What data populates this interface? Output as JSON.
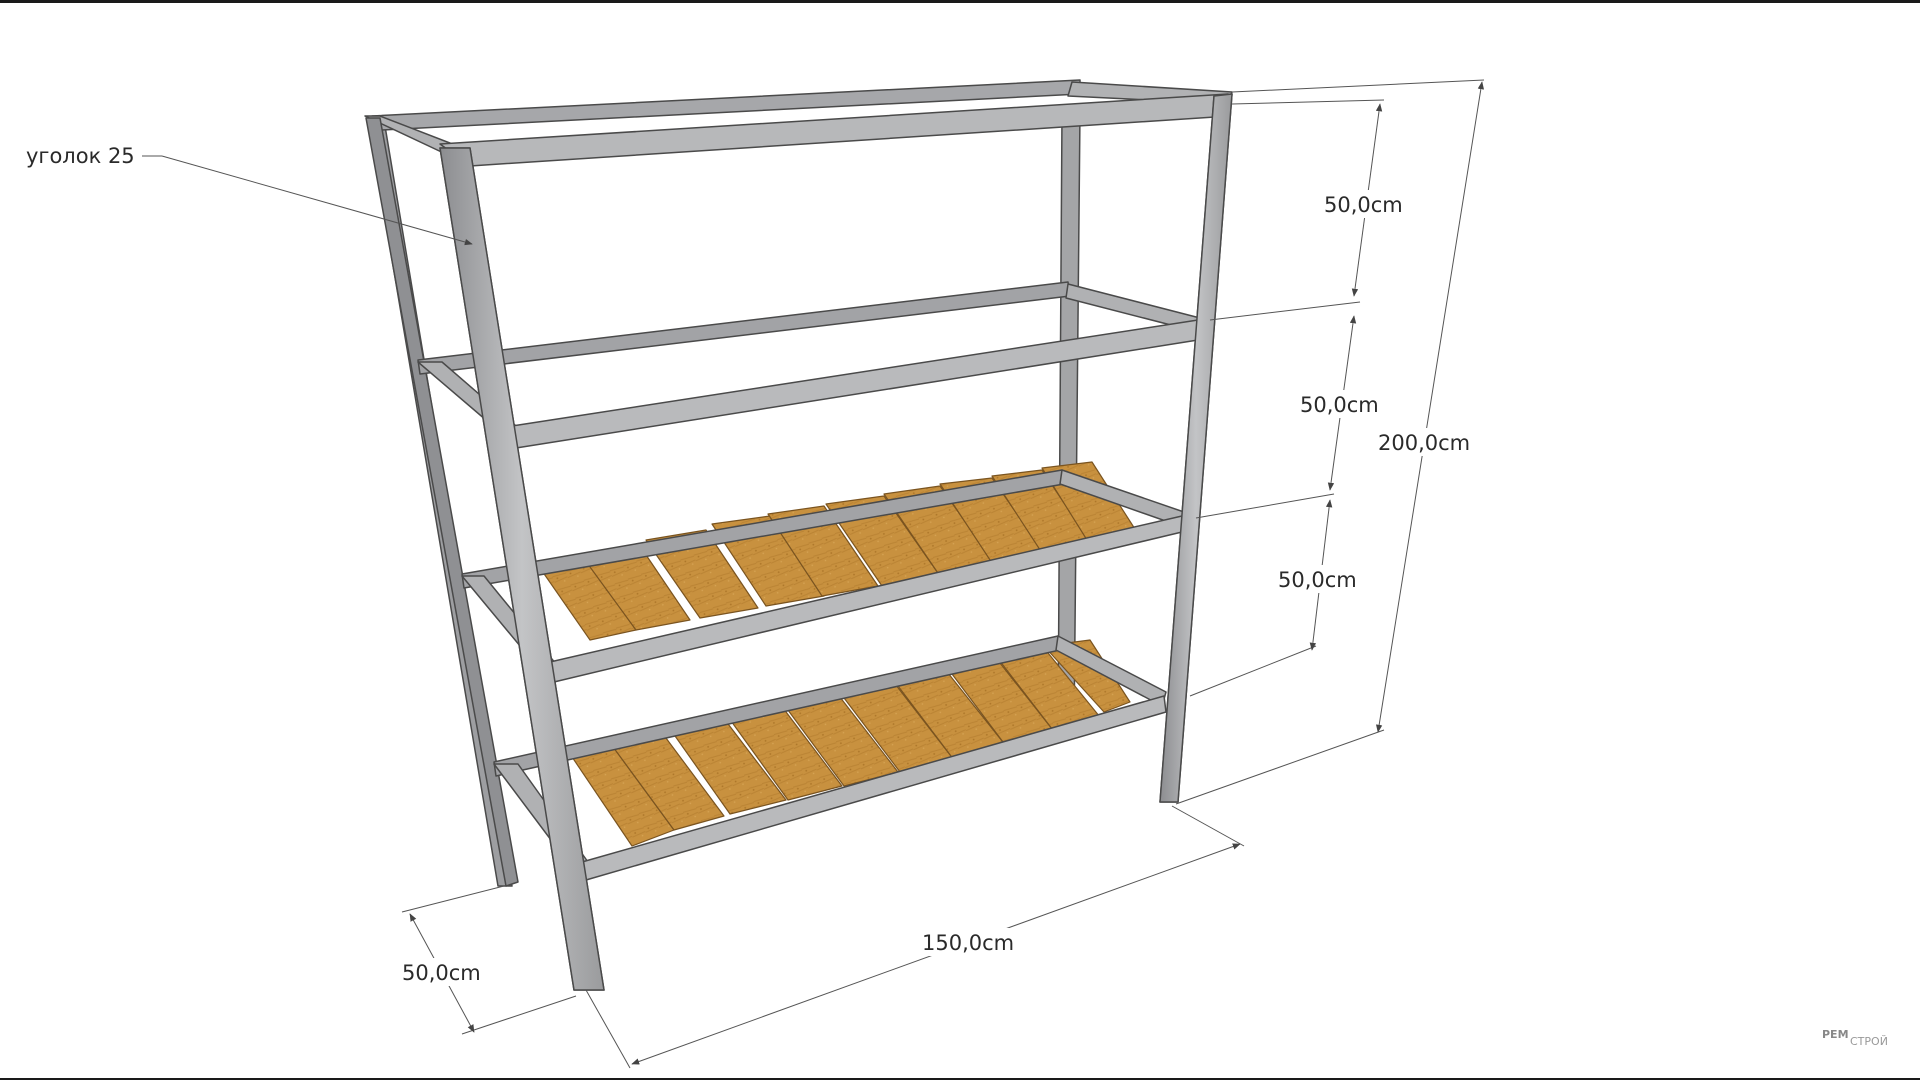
{
  "drawing": {
    "callout": {
      "label": "уголок 25"
    },
    "dimensions": {
      "top_shelf_gap": "50,0cm",
      "middle_shelf_gap": "50,0cm",
      "lower_shelf_gap": "50,0cm",
      "total_height": "200,0cm",
      "width": "150,0cm",
      "depth": "50,0cm"
    },
    "watermark": {
      "part1": "РЕМ",
      "part2": "СТРОЙ"
    },
    "colors": {
      "background": "#ffffff",
      "frame_steel": "#a9aaac",
      "frame_edge": "#505050",
      "wood": "#c8913f",
      "dimension_line": "#555555"
    }
  }
}
